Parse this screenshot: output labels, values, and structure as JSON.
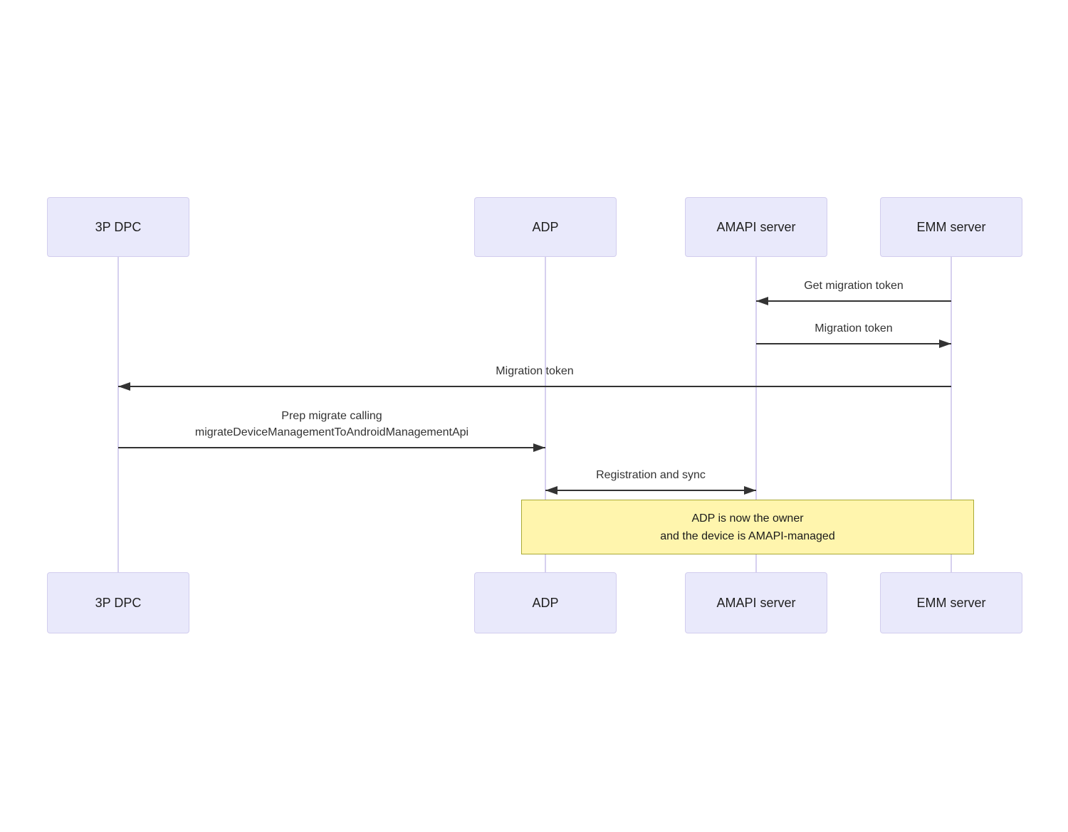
{
  "diagram": {
    "type": "sequence-diagram",
    "actors": [
      {
        "id": "3p-dpc",
        "label": "3P DPC"
      },
      {
        "id": "adp",
        "label": "ADP"
      },
      {
        "id": "amapi-server",
        "label": "AMAPI server"
      },
      {
        "id": "emm-server",
        "label": "EMM server"
      }
    ],
    "messages": [
      {
        "label": "Get migration token",
        "from": "EMM server",
        "to": "AMAPI server",
        "direction": "left"
      },
      {
        "label": "Migration token",
        "from": "AMAPI server",
        "to": "EMM server",
        "direction": "right"
      },
      {
        "label": "Migration token",
        "from": "EMM server",
        "to": "3P DPC",
        "direction": "left"
      },
      {
        "label": "Prep migrate calling",
        "label_line2": "migrateDeviceManagementToAndroidManagementApi",
        "from": "3P DPC",
        "to": "ADP",
        "direction": "right"
      },
      {
        "label": "Registration and sync",
        "from": "ADP",
        "to": "AMAPI server",
        "direction": "both"
      }
    ],
    "note": {
      "over": "ADP, EMM server",
      "line1": "ADP is now the owner",
      "line2": "and the device is AMAPI-managed"
    },
    "colors": {
      "actor_fill": "#e9e9fb",
      "actor_border": "#d2cdee",
      "lifeline": "#d6d0ef",
      "arrow": "#333333",
      "message_text": "#333333",
      "note_fill": "#fff5ad",
      "note_border": "#aaaa33",
      "background": "#ffffff"
    }
  }
}
